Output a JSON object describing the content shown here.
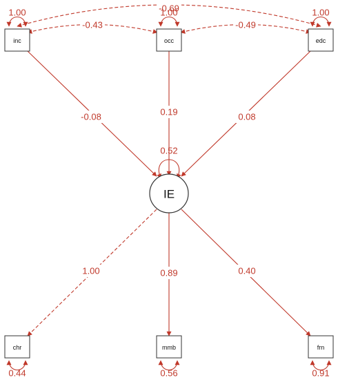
{
  "colors": {
    "path": "#c0392b",
    "node_stroke": "#333333",
    "text": "#111111"
  },
  "nodes": {
    "inc": "inc",
    "occ": "occ",
    "edc": "edc",
    "latent": "IE",
    "chr": "chr",
    "mmb": "mmb",
    "frn": "frn"
  },
  "paths": {
    "inc_to_ie": "-0.08",
    "occ_to_ie": "0.19",
    "edc_to_ie": "0.08",
    "ie_to_chr": "1.00",
    "ie_to_mmb": "0.89",
    "ie_to_frn": "0.40"
  },
  "covariances": {
    "inc_occ": "-0.43",
    "occ_edc": "-0.49",
    "inc_edc": "-0.69"
  },
  "variances": {
    "inc": "1.00",
    "occ": "1.00",
    "edc": "1.00",
    "ie": "0.52",
    "chr": "0.44",
    "mmb": "0.56",
    "frn": "0.91"
  }
}
